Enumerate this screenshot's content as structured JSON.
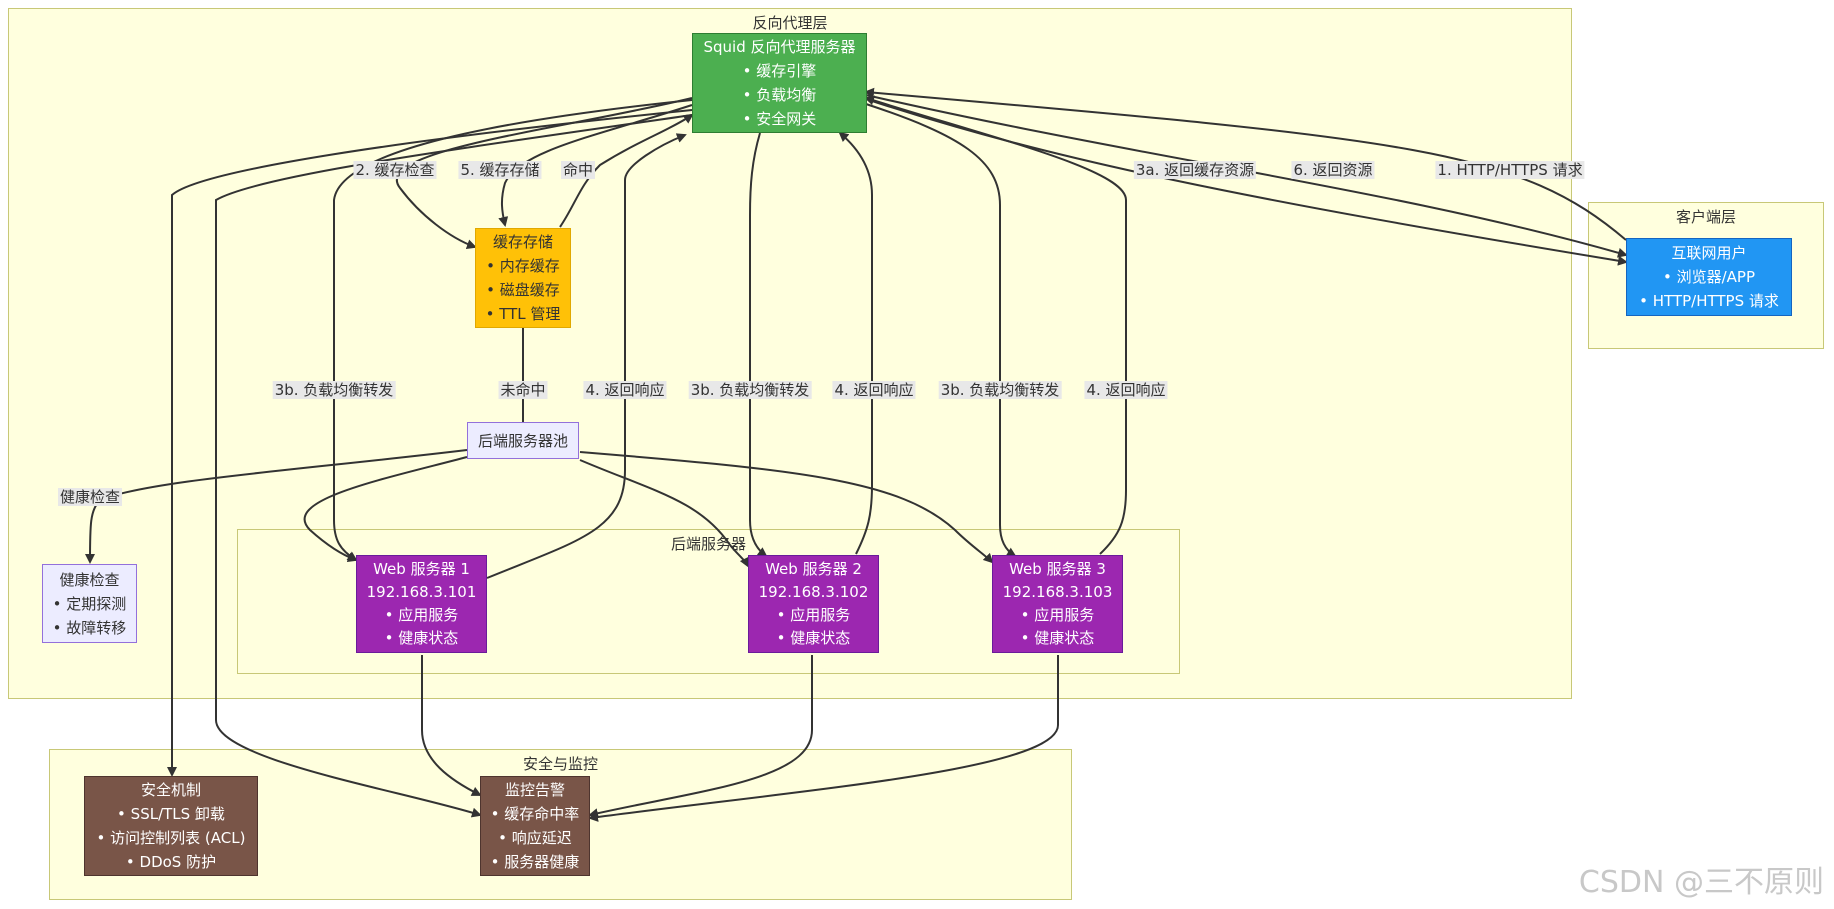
{
  "clusters": {
    "proxy": "反向代理层",
    "client": "客户端层",
    "backend": "后端服务器",
    "security": "安全与监控"
  },
  "nodes": {
    "squid": {
      "title": "Squid 反向代理服务器",
      "items": [
        "缓存引擎",
        "负载均衡",
        "安全网关"
      ],
      "color": "#4caf50"
    },
    "user": {
      "title": "互联网用户",
      "items": [
        "浏览器/APP",
        "HTTP/HTTPS 请求"
      ],
      "color": "#2196f3"
    },
    "cache": {
      "title": "缓存存储",
      "items": [
        "内存缓存",
        "磁盘缓存",
        "TTL 管理"
      ],
      "color": "#ffc107"
    },
    "pool": {
      "title": "后端服务器池"
    },
    "health": {
      "title": "健康检查",
      "items": [
        "定期探测",
        "故障转移"
      ]
    },
    "web1": {
      "title": "Web 服务器 1",
      "ip": "192.168.3.101",
      "items": [
        "应用服务",
        "健康状态"
      ],
      "color": "#9c27b0"
    },
    "web2": {
      "title": "Web 服务器 2",
      "ip": "192.168.3.102",
      "items": [
        "应用服务",
        "健康状态"
      ],
      "color": "#9c27b0"
    },
    "web3": {
      "title": "Web 服务器 3",
      "ip": "192.168.3.103",
      "items": [
        "应用服务",
        "健康状态"
      ],
      "color": "#9c27b0"
    },
    "security": {
      "title": "安全机制",
      "items": [
        "SSL/TLS 卸载",
        "访问控制列表 (ACL)",
        "DDoS 防护"
      ],
      "color": "#795548"
    },
    "monitor": {
      "title": "监控告警",
      "items": [
        "缓存命中率",
        "响应延迟",
        "服务器健康"
      ],
      "color": "#795548"
    }
  },
  "edges": {
    "request": "1. HTTP/HTTPS 请求",
    "return_cache": "3a. 返回缓存资源",
    "return_resource": "6. 返回资源",
    "cache_check": "2. 缓存检查",
    "cache_store": "5. 缓存存储",
    "hit": "命中",
    "miss": "未命中",
    "lb1": "3b. 负载均衡转发",
    "lb2": "3b. 负载均衡转发",
    "lb3": "3b. 负载均衡转发",
    "resp1": "4. 返回响应",
    "resp2": "4. 返回响应",
    "resp3": "4. 返回响应",
    "healthcheck": "健康检查"
  },
  "watermark": "CSDN @三不原则"
}
